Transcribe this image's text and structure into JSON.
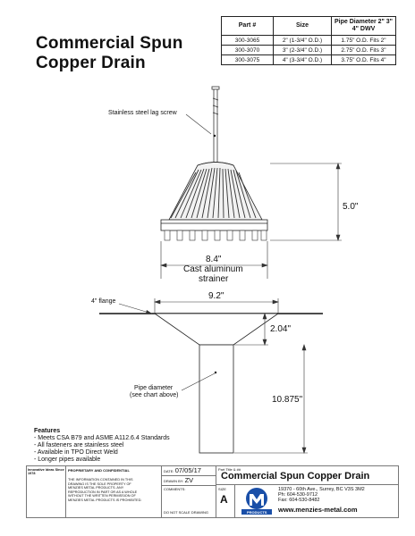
{
  "title_line1": "Commercial Spun",
  "title_line2": "Copper Drain",
  "table": {
    "headers": [
      "Part #",
      "Size",
      "Pipe Diameter 2\" 3\" 4\" DWV"
    ],
    "rows": [
      [
        "300-3065",
        "2\" (1-3/4\" O.D.)",
        "1.75\" O.D. Fits 2\""
      ],
      [
        "300-3070",
        "3\" (2-3/4\" O.D.)",
        "2.75\" O.D. Fits 3\""
      ],
      [
        "300-3075",
        "4\" (3-3/4\" O.D.)",
        "3.75\" O.D. Fits 4\""
      ]
    ]
  },
  "labels": {
    "lag_screw": "Stainless steel lag screw",
    "height": "5.0\"",
    "strainer_width": "8.4\"",
    "strainer_line1": "Cast aluminum",
    "strainer_line2": "strainer",
    "flange": "4\" flange",
    "flange_width": "9.2\"",
    "flange_depth": "2.04\"",
    "pipe_length": "10.875\"",
    "pipe_line1": "Pipe diameter",
    "pipe_line2": "(see chart above)"
  },
  "features": {
    "heading": "Features",
    "items": [
      "- Meets CSA B79 and ASME A112.6.4 Standards",
      "- All fasteners are stainless steel",
      "- Available in TPO Direct Weld",
      "- Longer pipes available"
    ]
  },
  "title_block": {
    "tagline": "Innovative Ideas Since 1978",
    "proprietary": "PROPRIETARY AND CONFIDENTIAL",
    "notice": "THE INFORMATION CONTAINED IN THIS DRAWING IS THE SOLE PROPERTY OF MENZIES METAL PRODUCTS. ANY REPRODUCTION IN PART OR AS A WHOLE WITHOUT THE WRITTEN PERMISSION OF MENZIES METAL PRODUCTS IS PROHIBITED.",
    "date_label": "DATE:",
    "date": "07/05/17",
    "drawn_label": "DRAWN BY:",
    "drawn": "ZV",
    "comments_label": "COMMENTS:",
    "noscale": "DO NOT SCALE DRAWING",
    "part_label": "Part Title & ##",
    "product_name": "Commercial Spun Copper Drain",
    "size_label": "SIZE",
    "size": "A",
    "address": "19370 - 60th Ave., Surrey, BC V3S 3M2",
    "phone": "Ph: 604-530-9712",
    "fax": "Fax: 604-530-8482",
    "website": "www.menzies-metal.com",
    "logo_text": "PRODUCTS"
  }
}
